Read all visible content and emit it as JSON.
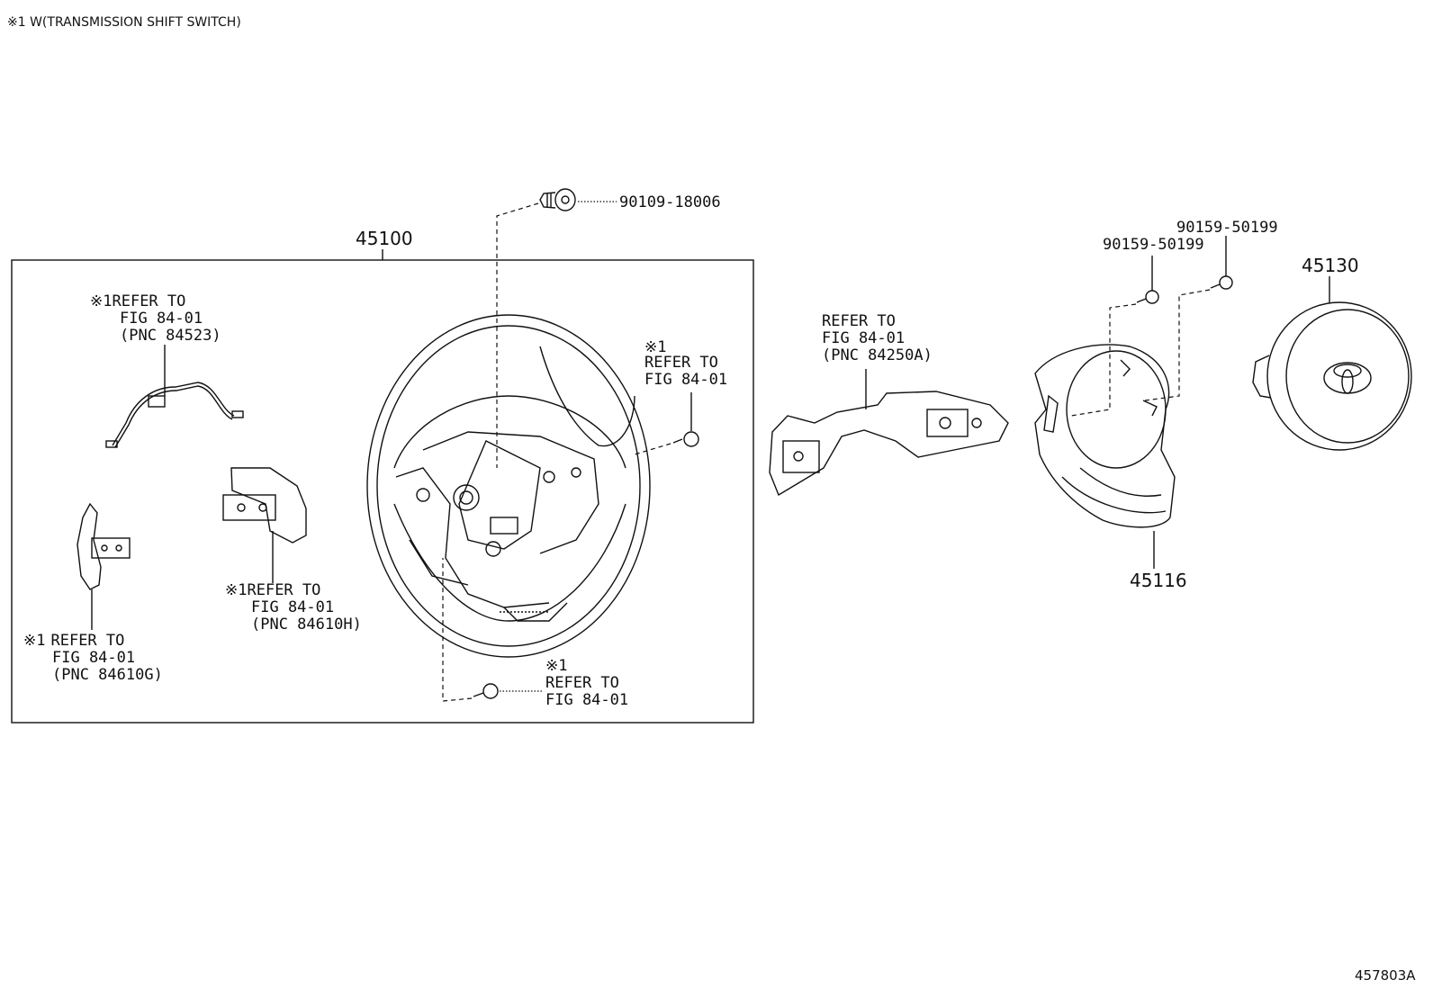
{
  "header_note": "※1 W(TRANSMISSION SHIFT SWITCH)",
  "figure_id": "457803A",
  "parts": {
    "p45100": "45100",
    "p45130": "45130",
    "p45116": "45116",
    "p90109": "90109-18006",
    "p90159a": "90159-50199",
    "p90159b": "90159-50199"
  },
  "refs": {
    "wire": {
      "mark": "※1",
      "line1": "REFER TO",
      "line2": "FIG 84-01",
      "line3": "(PNC 84523)"
    },
    "sw_right": {
      "mark": "※1",
      "line1": "REFER TO",
      "line2": "FIG 84-01",
      "line3": "(PNC 84610H)"
    },
    "sw_left": {
      "mark": "※1",
      "line1": "REFER TO",
      "line2": "FIG 84-01",
      "line3": "(PNC 84610G)"
    },
    "screw_right": {
      "mark": "※1",
      "line1": "REFER TO",
      "line2": "FIG 84-01"
    },
    "screw_bottom": {
      "mark": "※1",
      "line1": "REFER TO",
      "line2": "FIG 84-01"
    },
    "switch_assy": {
      "line1": "REFER TO",
      "line2": "FIG 84-01",
      "line3": "(PNC 84250A)"
    }
  }
}
